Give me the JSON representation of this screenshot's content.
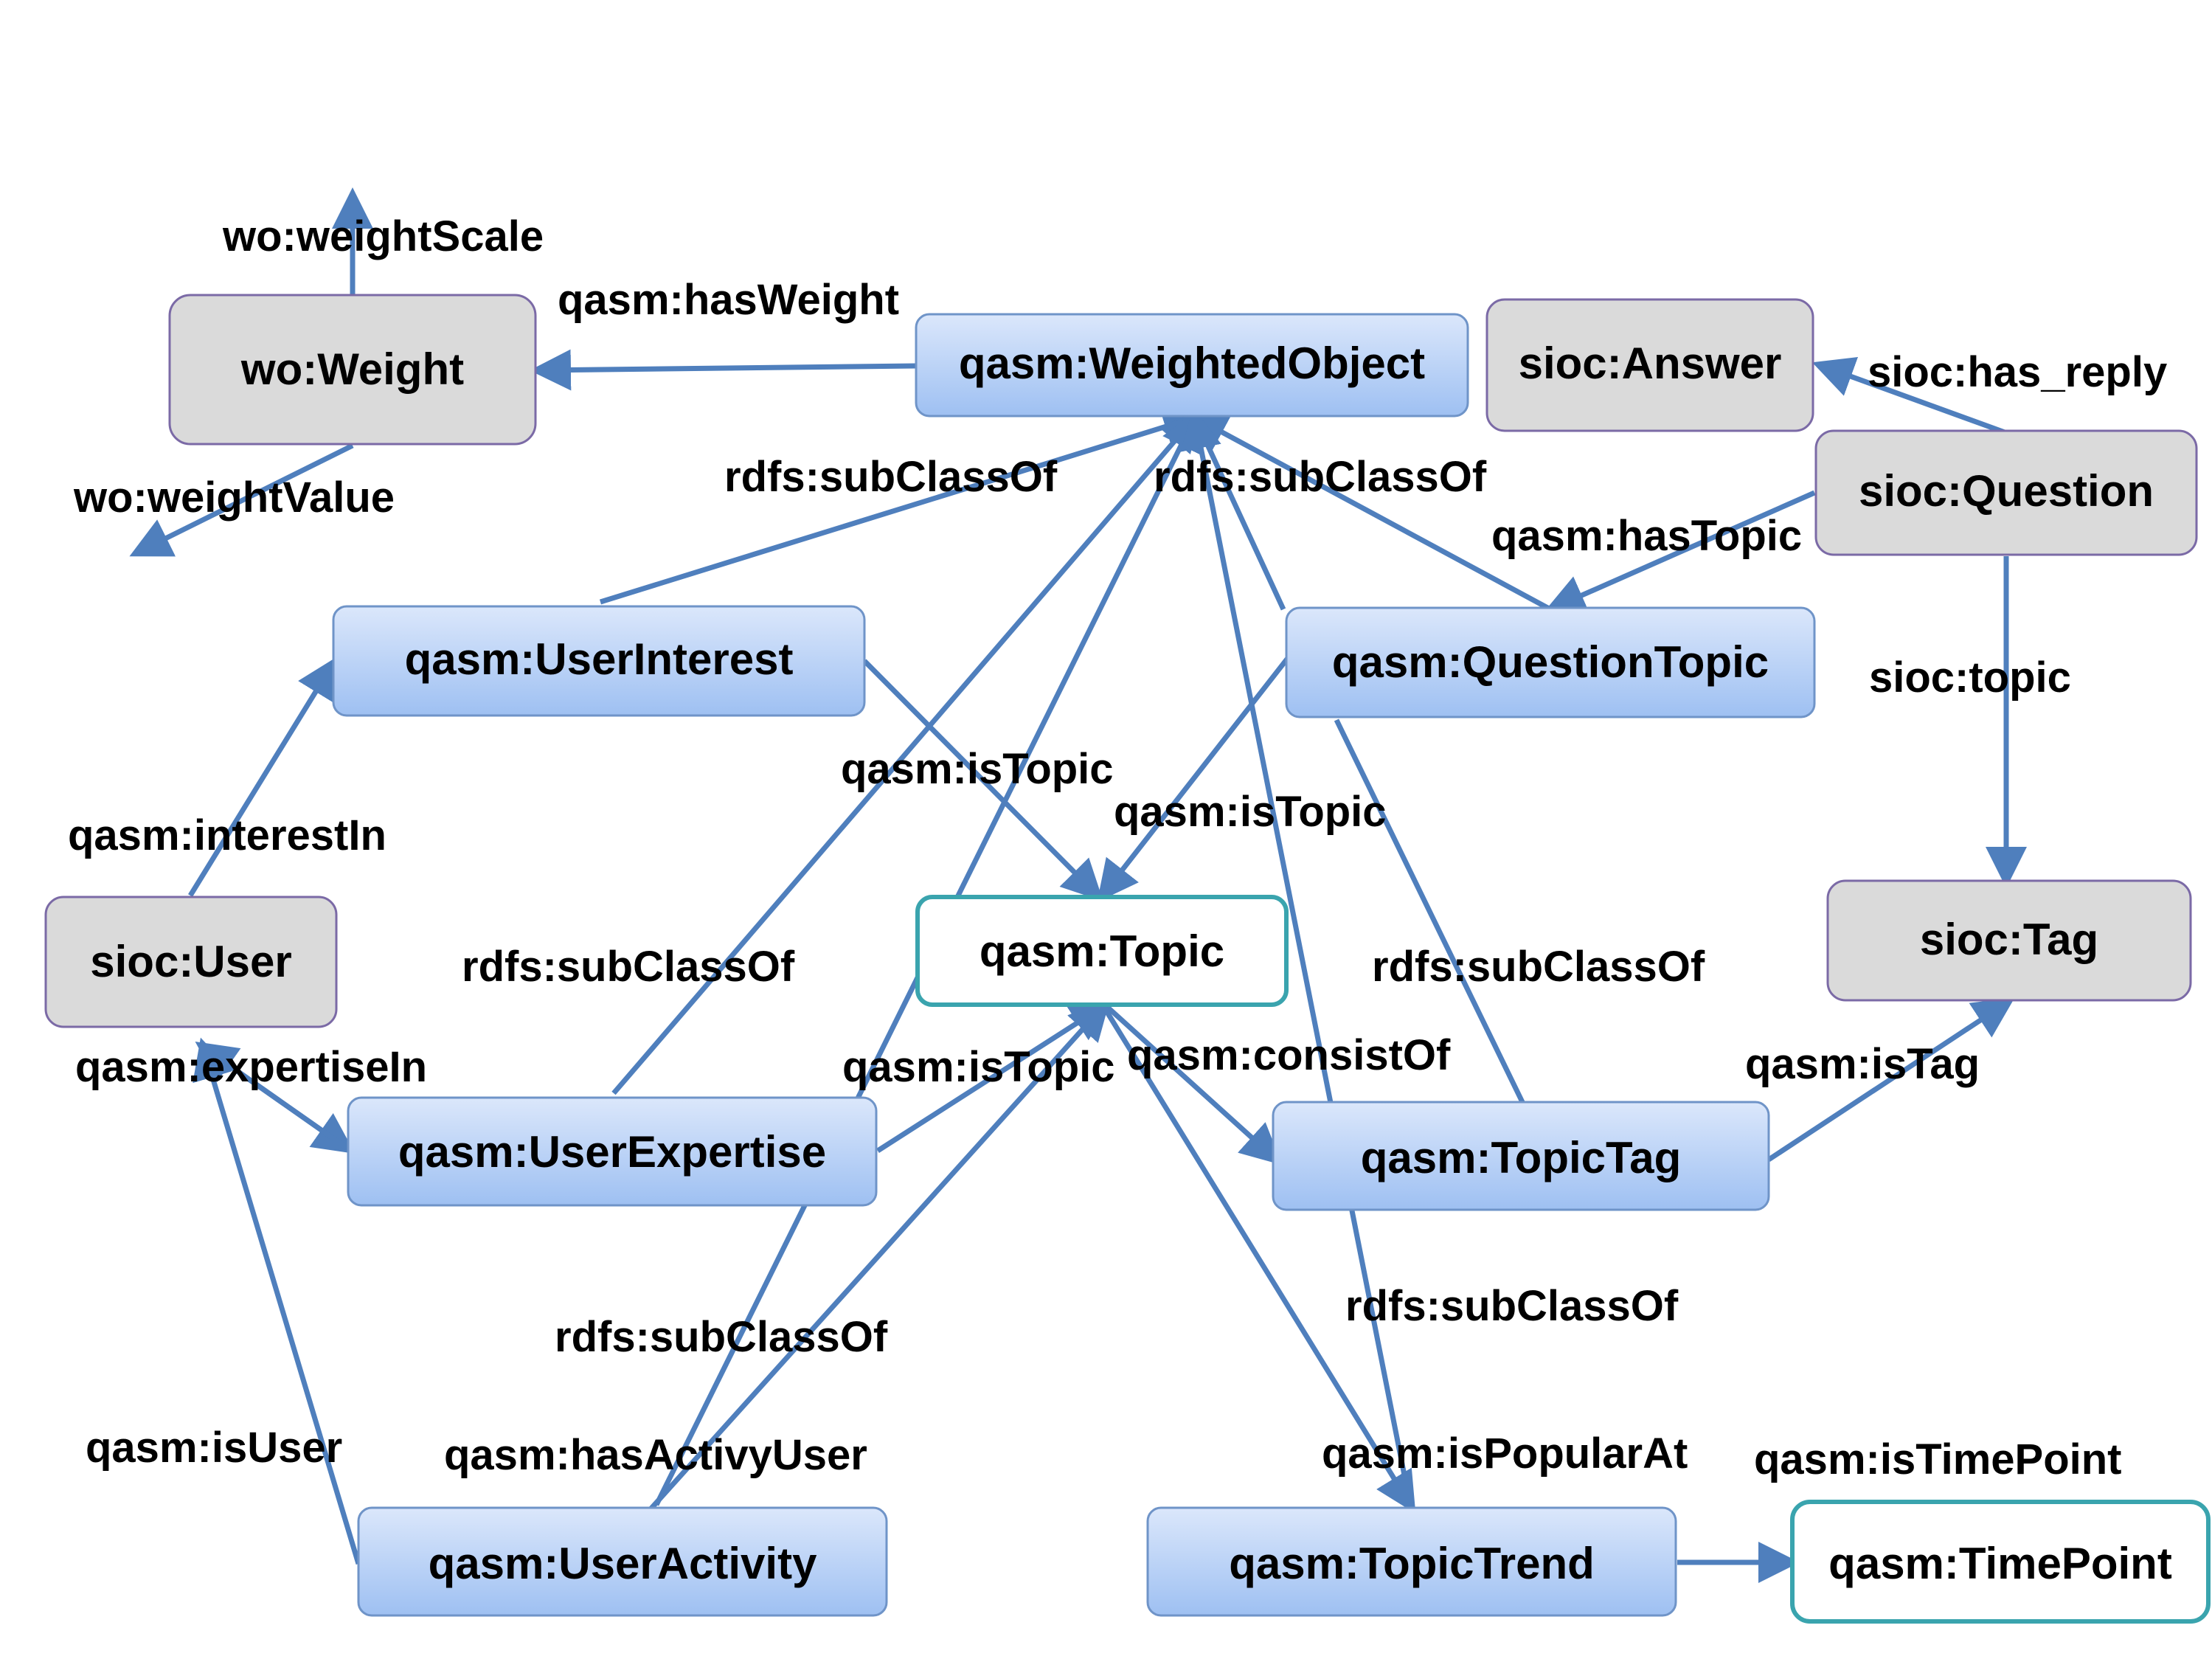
{
  "nodes": {
    "weight": "wo:Weight",
    "weighted_object": "qasm:WeightedObject",
    "answer": "sioc:Answer",
    "question": "sioc:Question",
    "user_interest": "qasm:UserInterest",
    "question_topic": "qasm:QuestionTopic",
    "user": "sioc:User",
    "topic": "qasm:Topic",
    "tag": "sioc:Tag",
    "user_expertise": "qasm:UserExpertise",
    "topic_tag": "qasm:TopicTag",
    "user_activity": "qasm:UserActivity",
    "topic_trend": "qasm:TopicTrend",
    "time_point": "qasm:TimePoint"
  },
  "edge_labels": {
    "weight_scale": "wo:weightScale",
    "weight_value": "wo:weightValue",
    "has_weight": "qasm:hasWeight",
    "has_reply": "sioc:has_reply",
    "subclass_interest": "rdfs:subClassOf",
    "subclass_question_topic": "rdfs:subClassOf",
    "has_topic": "qasm:hasTopic",
    "sioc_topic": "sioc:topic",
    "is_topic_interest": "qasm:isTopic",
    "is_topic_question": "qasm:isTopic",
    "interest_in": "qasm:interestIn",
    "subclass_expertise": "rdfs:subClassOf",
    "subclass_topic_tag": "rdfs:subClassOf",
    "expertise_in": "qasm:expertiseIn",
    "is_topic_expertise": "qasm:isTopic",
    "consist_of": "qasm:consistOf",
    "is_tag": "qasm:isTag",
    "subclass_activity": "rdfs:subClassOf",
    "subclass_trend": "rdfs:subClassOf",
    "is_user": "qasm:isUser",
    "has_activy_user": "qasm:hasActivyUser",
    "is_popular_at": "qasm:isPopularAt",
    "is_time_point": "qasm:isTimePoint"
  },
  "colors": {
    "edge": "#4f7fbd",
    "class_fill_grey": "#dadada",
    "class_fill_blue_top": "#dbe7fb",
    "class_fill_blue_bottom": "#9ec0f2",
    "class_border_teal": "#3aa4ae"
  }
}
